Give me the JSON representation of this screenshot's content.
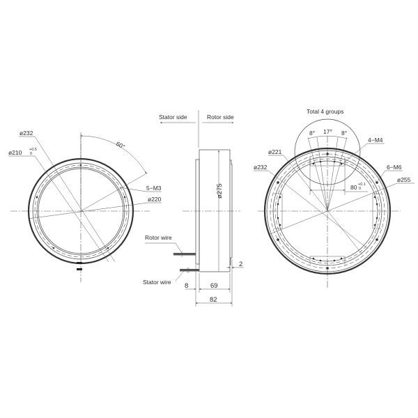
{
  "left_view": {
    "labels": {
      "d232": "ø232",
      "d210": "ø210",
      "d210_tol_upper": "+0.5",
      "d210_tol_lower": "0",
      "angle": "60°",
      "holes": "5−M3",
      "d220": "ø220"
    }
  },
  "side_view": {
    "stator_side": "Stator side",
    "rotor_side": "Rotor side",
    "d275": "ø275",
    "rotor_wire": "Rotor wire",
    "stator_wire": "Stator wire",
    "dim_8": "8",
    "dim_69": "69",
    "dim_82": "82",
    "dim_2": "2"
  },
  "right_view": {
    "title": "Total 4 groups",
    "angle_left": "8°",
    "angle_mid": "17°",
    "angle_right": "8°",
    "holes_m4": "4−M4",
    "d221": "ø221",
    "d232": "ø232",
    "holes_m6": "6−M6",
    "d255": "ø255",
    "width": "80",
    "width_tol_upper": "+0.1",
    "width_tol_lower": "0"
  }
}
